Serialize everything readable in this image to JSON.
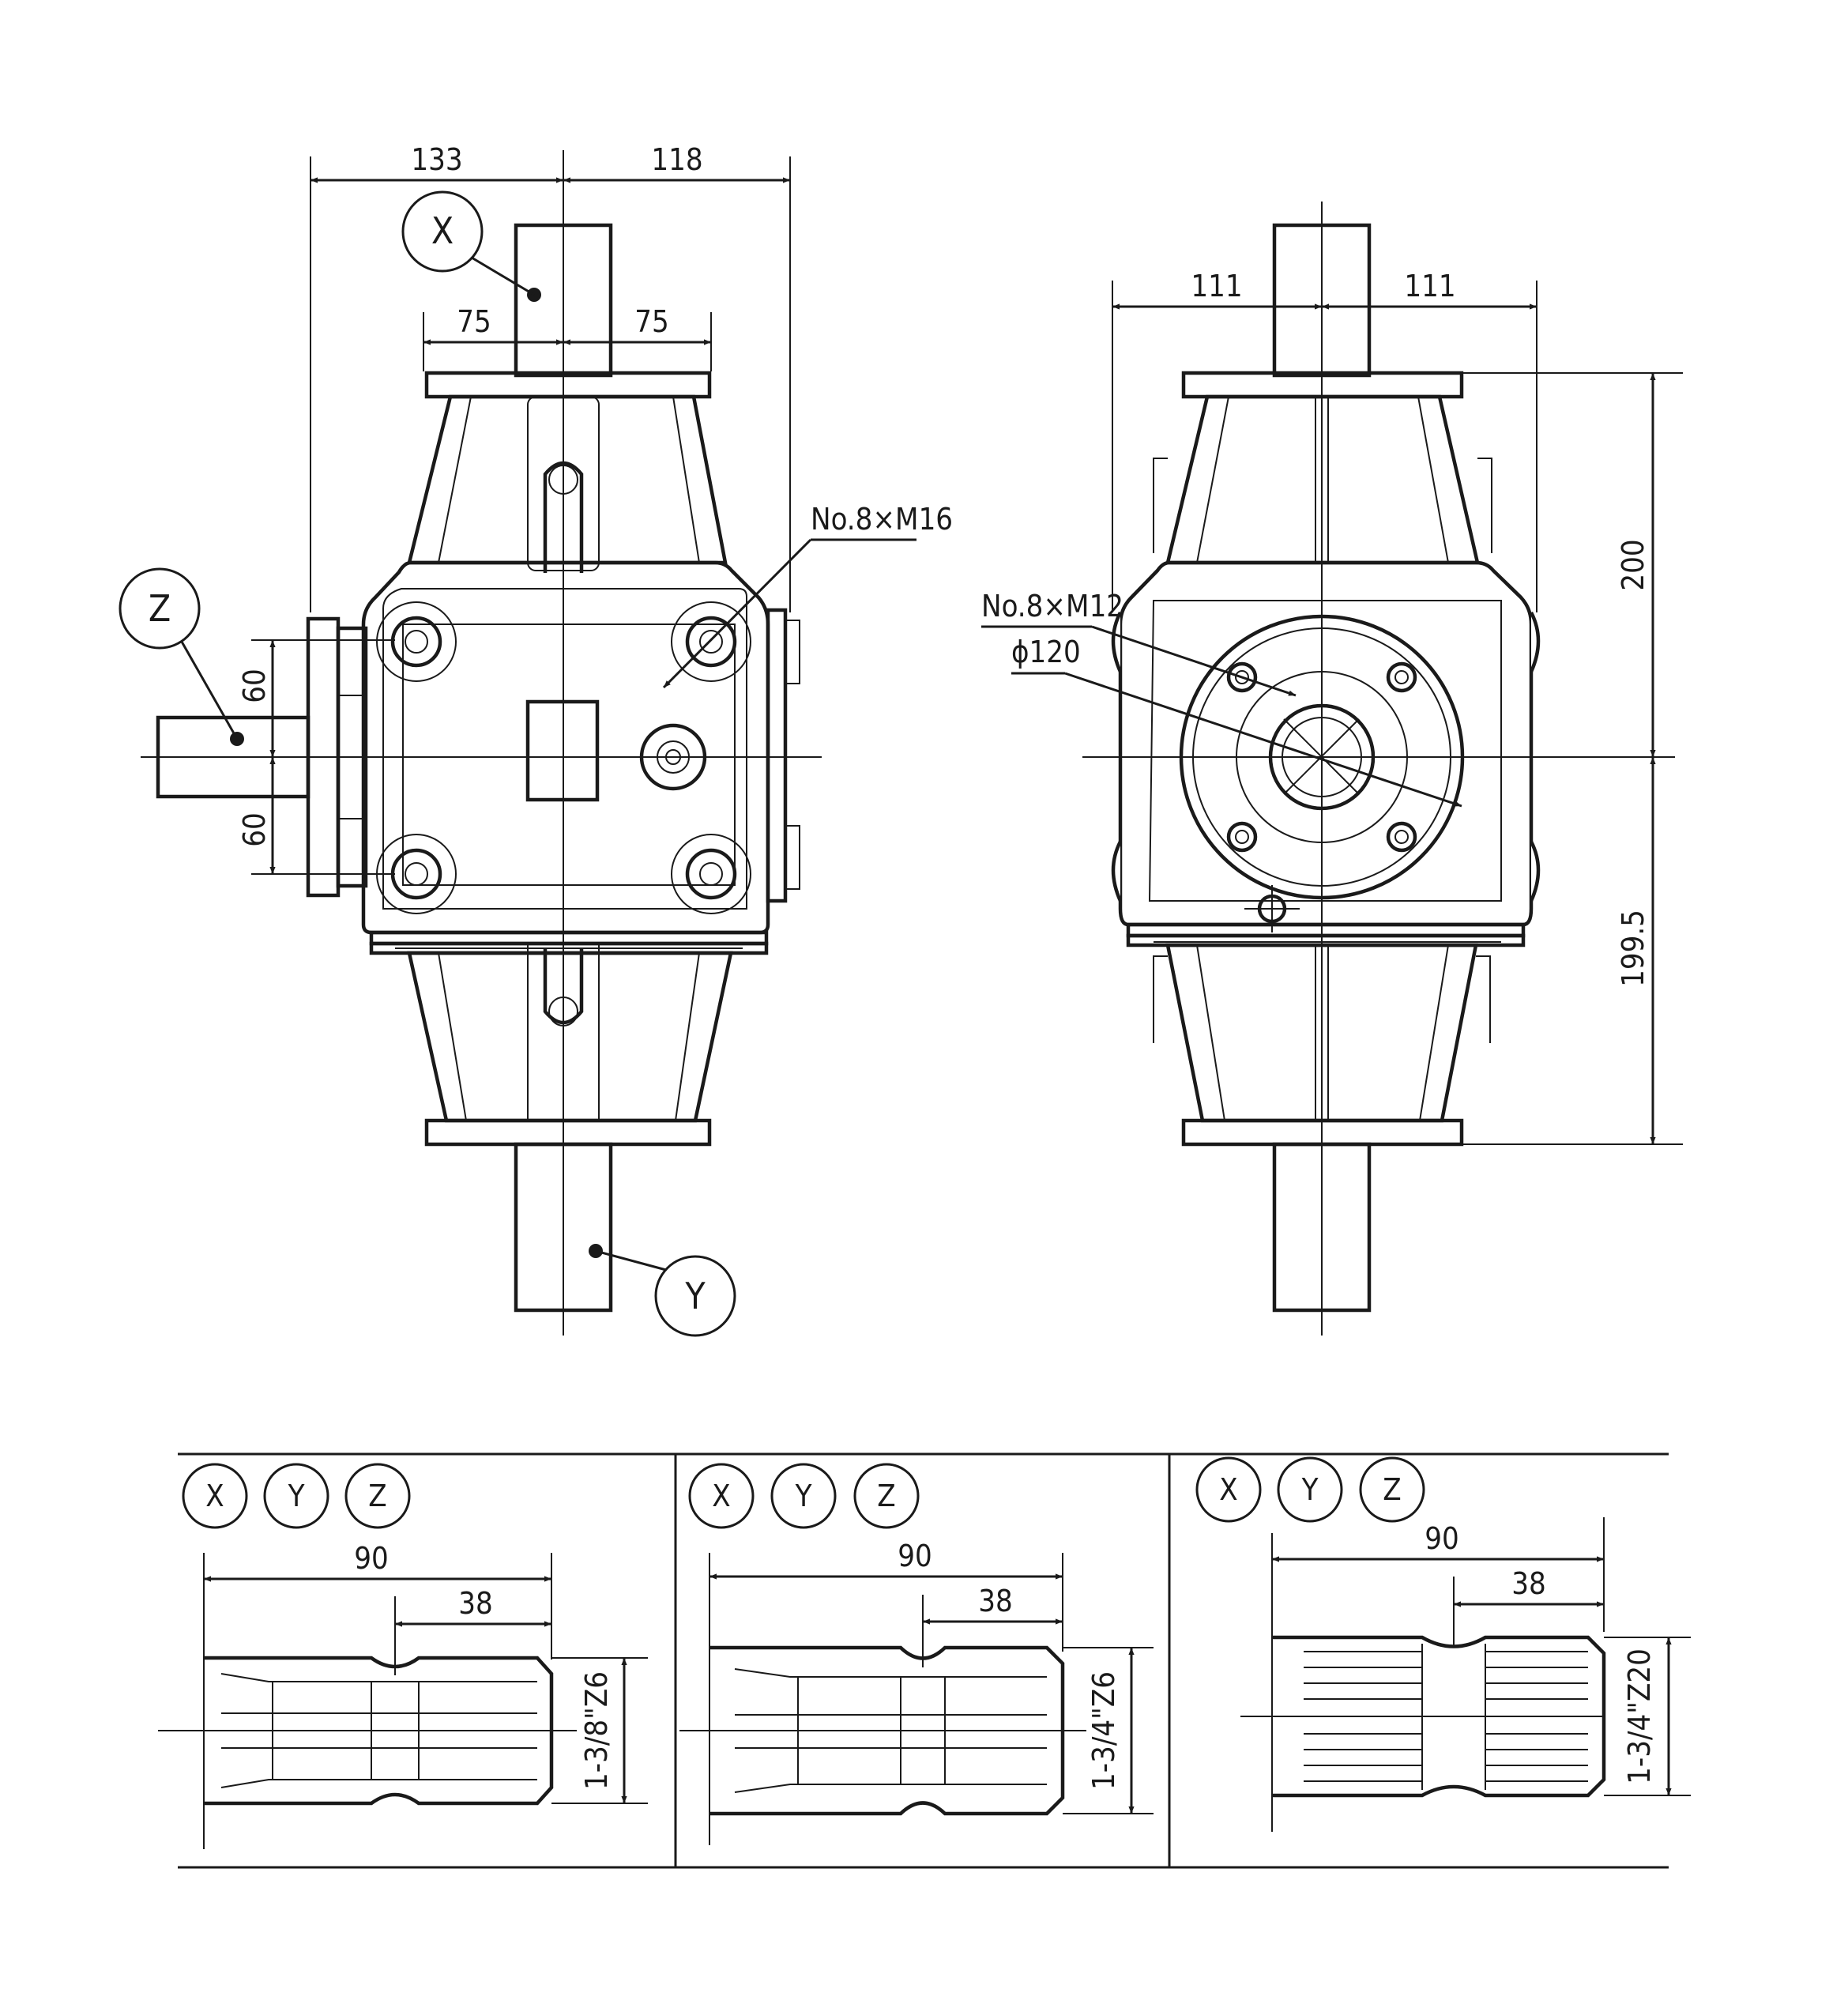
{
  "dimensions": {
    "front_left": "133",
    "front_right": "118",
    "front_flange_left": "75",
    "front_flange_right": "75",
    "side_left": "111",
    "side_right": "111",
    "height_top": "200",
    "height_bottom": "199.5",
    "z_upper": "60",
    "z_lower": "60"
  },
  "callouts": {
    "x": "X",
    "y": "Y",
    "z": "Z",
    "bolts_m16": "No.8×M16",
    "bolts_m12": "No.8×M12",
    "pcd": "ϕ120"
  },
  "shafts": [
    {
      "length": "90",
      "spline_length": "38",
      "spec": "1-3/8\"Z6",
      "labels": [
        "X",
        "Y",
        "Z"
      ]
    },
    {
      "length": "90",
      "spline_length": "38",
      "spec": "1-3/4\"Z6",
      "labels": [
        "X",
        "Y",
        "Z"
      ]
    },
    {
      "length": "90",
      "spline_length": "38",
      "spec": "1-3/4\"Z20",
      "labels": [
        "X",
        "Y",
        "Z"
      ]
    }
  ]
}
